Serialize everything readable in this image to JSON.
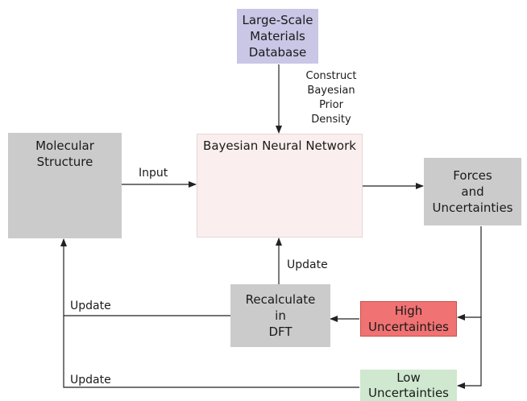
{
  "database": {
    "label": "Large-Scale\nMaterials\nDatabase",
    "color": "#c9c6e6"
  },
  "prior_label": "Construct\nBayesian\nPrior\nDensity",
  "molecular": {
    "label": "Molecular\nStructure",
    "image": "protein-molecule-image"
  },
  "bnn": {
    "title": "Bayesian Neural Network",
    "background": "#fbeeee",
    "node_color": "#c4bcbc"
  },
  "input_label": "Input",
  "forces": {
    "label": "Forces\nand\nUncertainties"
  },
  "update_labels": {
    "to_network": "Update",
    "to_structure_high": "Update",
    "to_structure_low": "Update"
  },
  "recalc": {
    "label": "Recalculate\nin\nDFT"
  },
  "high": {
    "label": "High\nUncertainties",
    "color": "#f07272"
  },
  "low": {
    "label": "Low\nUncertainties",
    "color": "#cfe8cf"
  }
}
